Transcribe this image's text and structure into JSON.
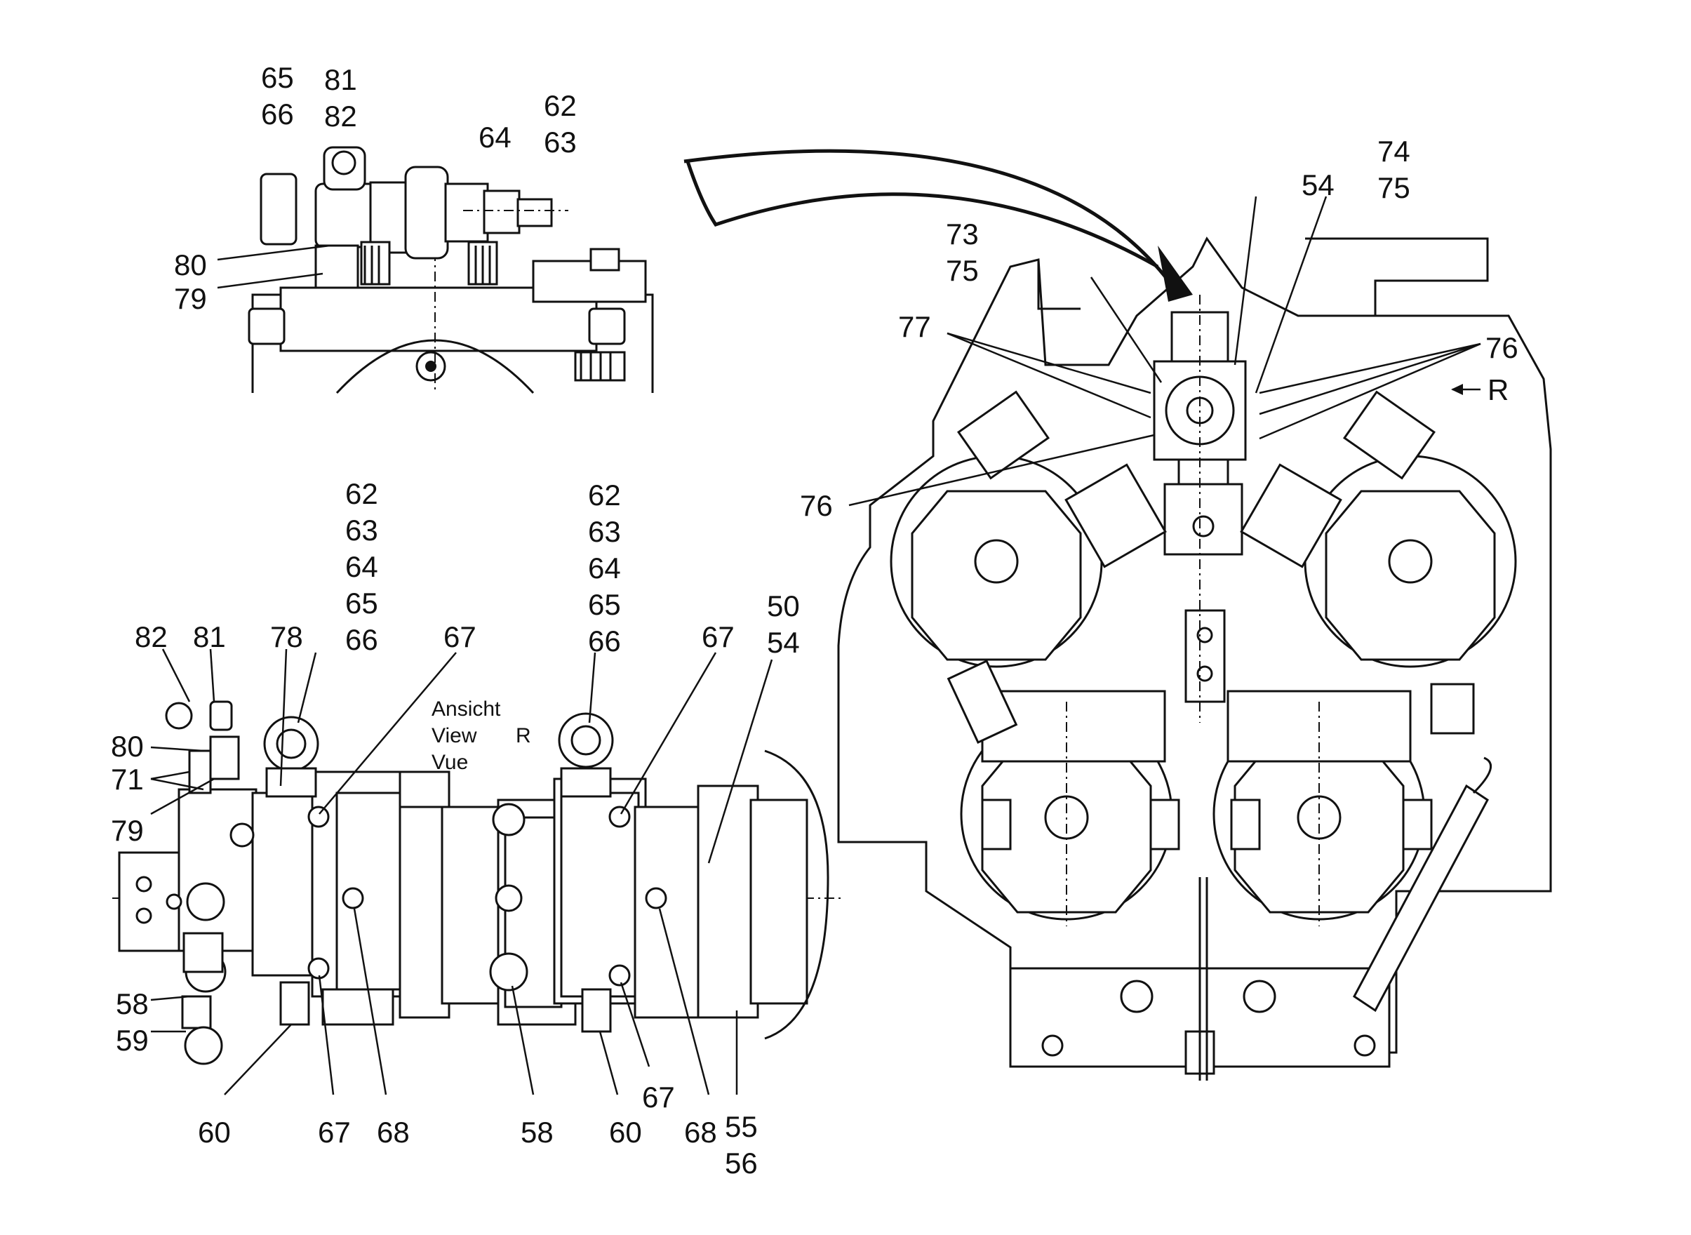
{
  "view_caption": {
    "line1": "Ansicht",
    "line2": "View",
    "line3": "Vue",
    "view_letter": "R"
  },
  "view_marker": {
    "letter": "R"
  },
  "callouts": {
    "c65a": "65",
    "c66a": "66",
    "c81a": "81",
    "c82a": "82",
    "c64a": "64",
    "c62a": "62",
    "c63a": "63",
    "c80a": "80",
    "c79a": "79",
    "c73": "73",
    "c75a": "75",
    "c74": "74",
    "c75b": "75",
    "c54a": "54",
    "c77": "77",
    "c76a": "76",
    "c76b": "76",
    "c62b": "62",
    "c63b": "63",
    "c64b": "64",
    "c65b": "65",
    "c66b": "66",
    "c62c": "62",
    "c63c": "63",
    "c64c": "64",
    "c65c": "65",
    "c66c": "66",
    "c82b": "82",
    "c81b": "81",
    "c78": "78",
    "c67a": "67",
    "c67b": "67",
    "c50": "50",
    "c54b": "54",
    "c80b": "80",
    "c71": "71",
    "c79b": "79",
    "c58a": "58",
    "c59": "59",
    "c60a": "60",
    "c67c": "67",
    "c68a": "68",
    "c58b": "58",
    "c60b": "60",
    "c67d": "67",
    "c68b": "68",
    "c55": "55",
    "c56": "56"
  }
}
